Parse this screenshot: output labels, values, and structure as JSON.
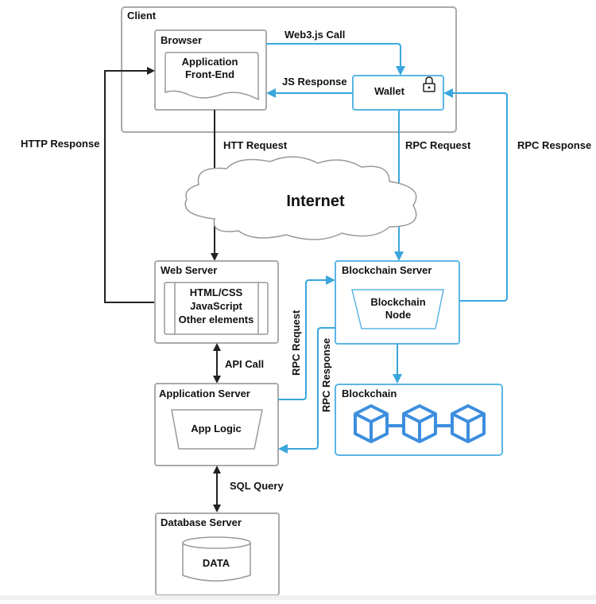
{
  "diagram": {
    "nodes": {
      "client": "Client",
      "browser": "Browser",
      "frontend_line1": "Application",
      "frontend_line2": "Front-End",
      "wallet": "Wallet",
      "internet": "Internet",
      "web_server": "Web Server",
      "web_content_line1": "HTML/CSS",
      "web_content_line2": "JavaScript",
      "web_content_line3": "Other elements",
      "blockchain_server": "Blockchain Server",
      "node_line1": "Blockchain",
      "node_line2": "Node",
      "application_server": "Application Server",
      "app_logic": "App Logic",
      "blockchain": "Blockchain",
      "database_server": "Database Server",
      "data": "DATA"
    },
    "edges": {
      "web3_call": "Web3.js Call",
      "js_response": "JS Response",
      "http_response": "HTTP Response",
      "htt_request": "HTT Request",
      "rpc_request_wallet": "RPC Request",
      "rpc_response_wallet": "RPC Response",
      "api_call": "API Call",
      "rpc_request_app": "RPC Request",
      "rpc_response_app": "RPC Response",
      "sql_query": "SQL Query"
    },
    "icons": {
      "wallet_lock": "lock-icon",
      "blockchain_blocks": "cube-icon"
    }
  }
}
